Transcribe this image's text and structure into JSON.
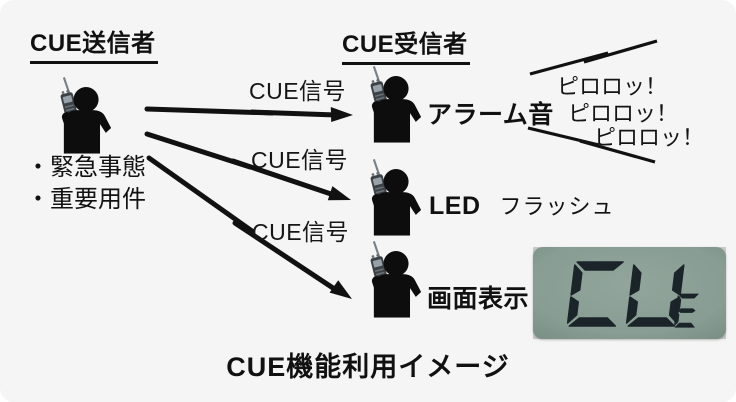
{
  "page": {
    "caption": "CUE機能利用イメージ",
    "background_color": "#f4f5f4",
    "ink_color": "#111111"
  },
  "sender": {
    "title": "CUE送信者",
    "notes": [
      "・緊急事態",
      "・重要用件"
    ]
  },
  "receiver": {
    "title": "CUE受信者",
    "items": [
      {
        "label": "アラーム音"
      },
      {
        "label": "LED",
        "sub": "フラッシュ"
      },
      {
        "label": "画面表示"
      }
    ]
  },
  "signals": [
    "CUE信号",
    "CUE信号",
    "CUE信号"
  ],
  "sounds": [
    "ピロロッ！",
    "ピロロッ！",
    "ピロロッ！"
  ],
  "lcd": {
    "text": "CUE",
    "background_color": "#a3bcb0",
    "segment_color": "#1a2429"
  },
  "icons": {
    "person": "person-with-radio-icon",
    "arrow": "cue-signal-arrow",
    "bolt": "sound-bolt"
  }
}
